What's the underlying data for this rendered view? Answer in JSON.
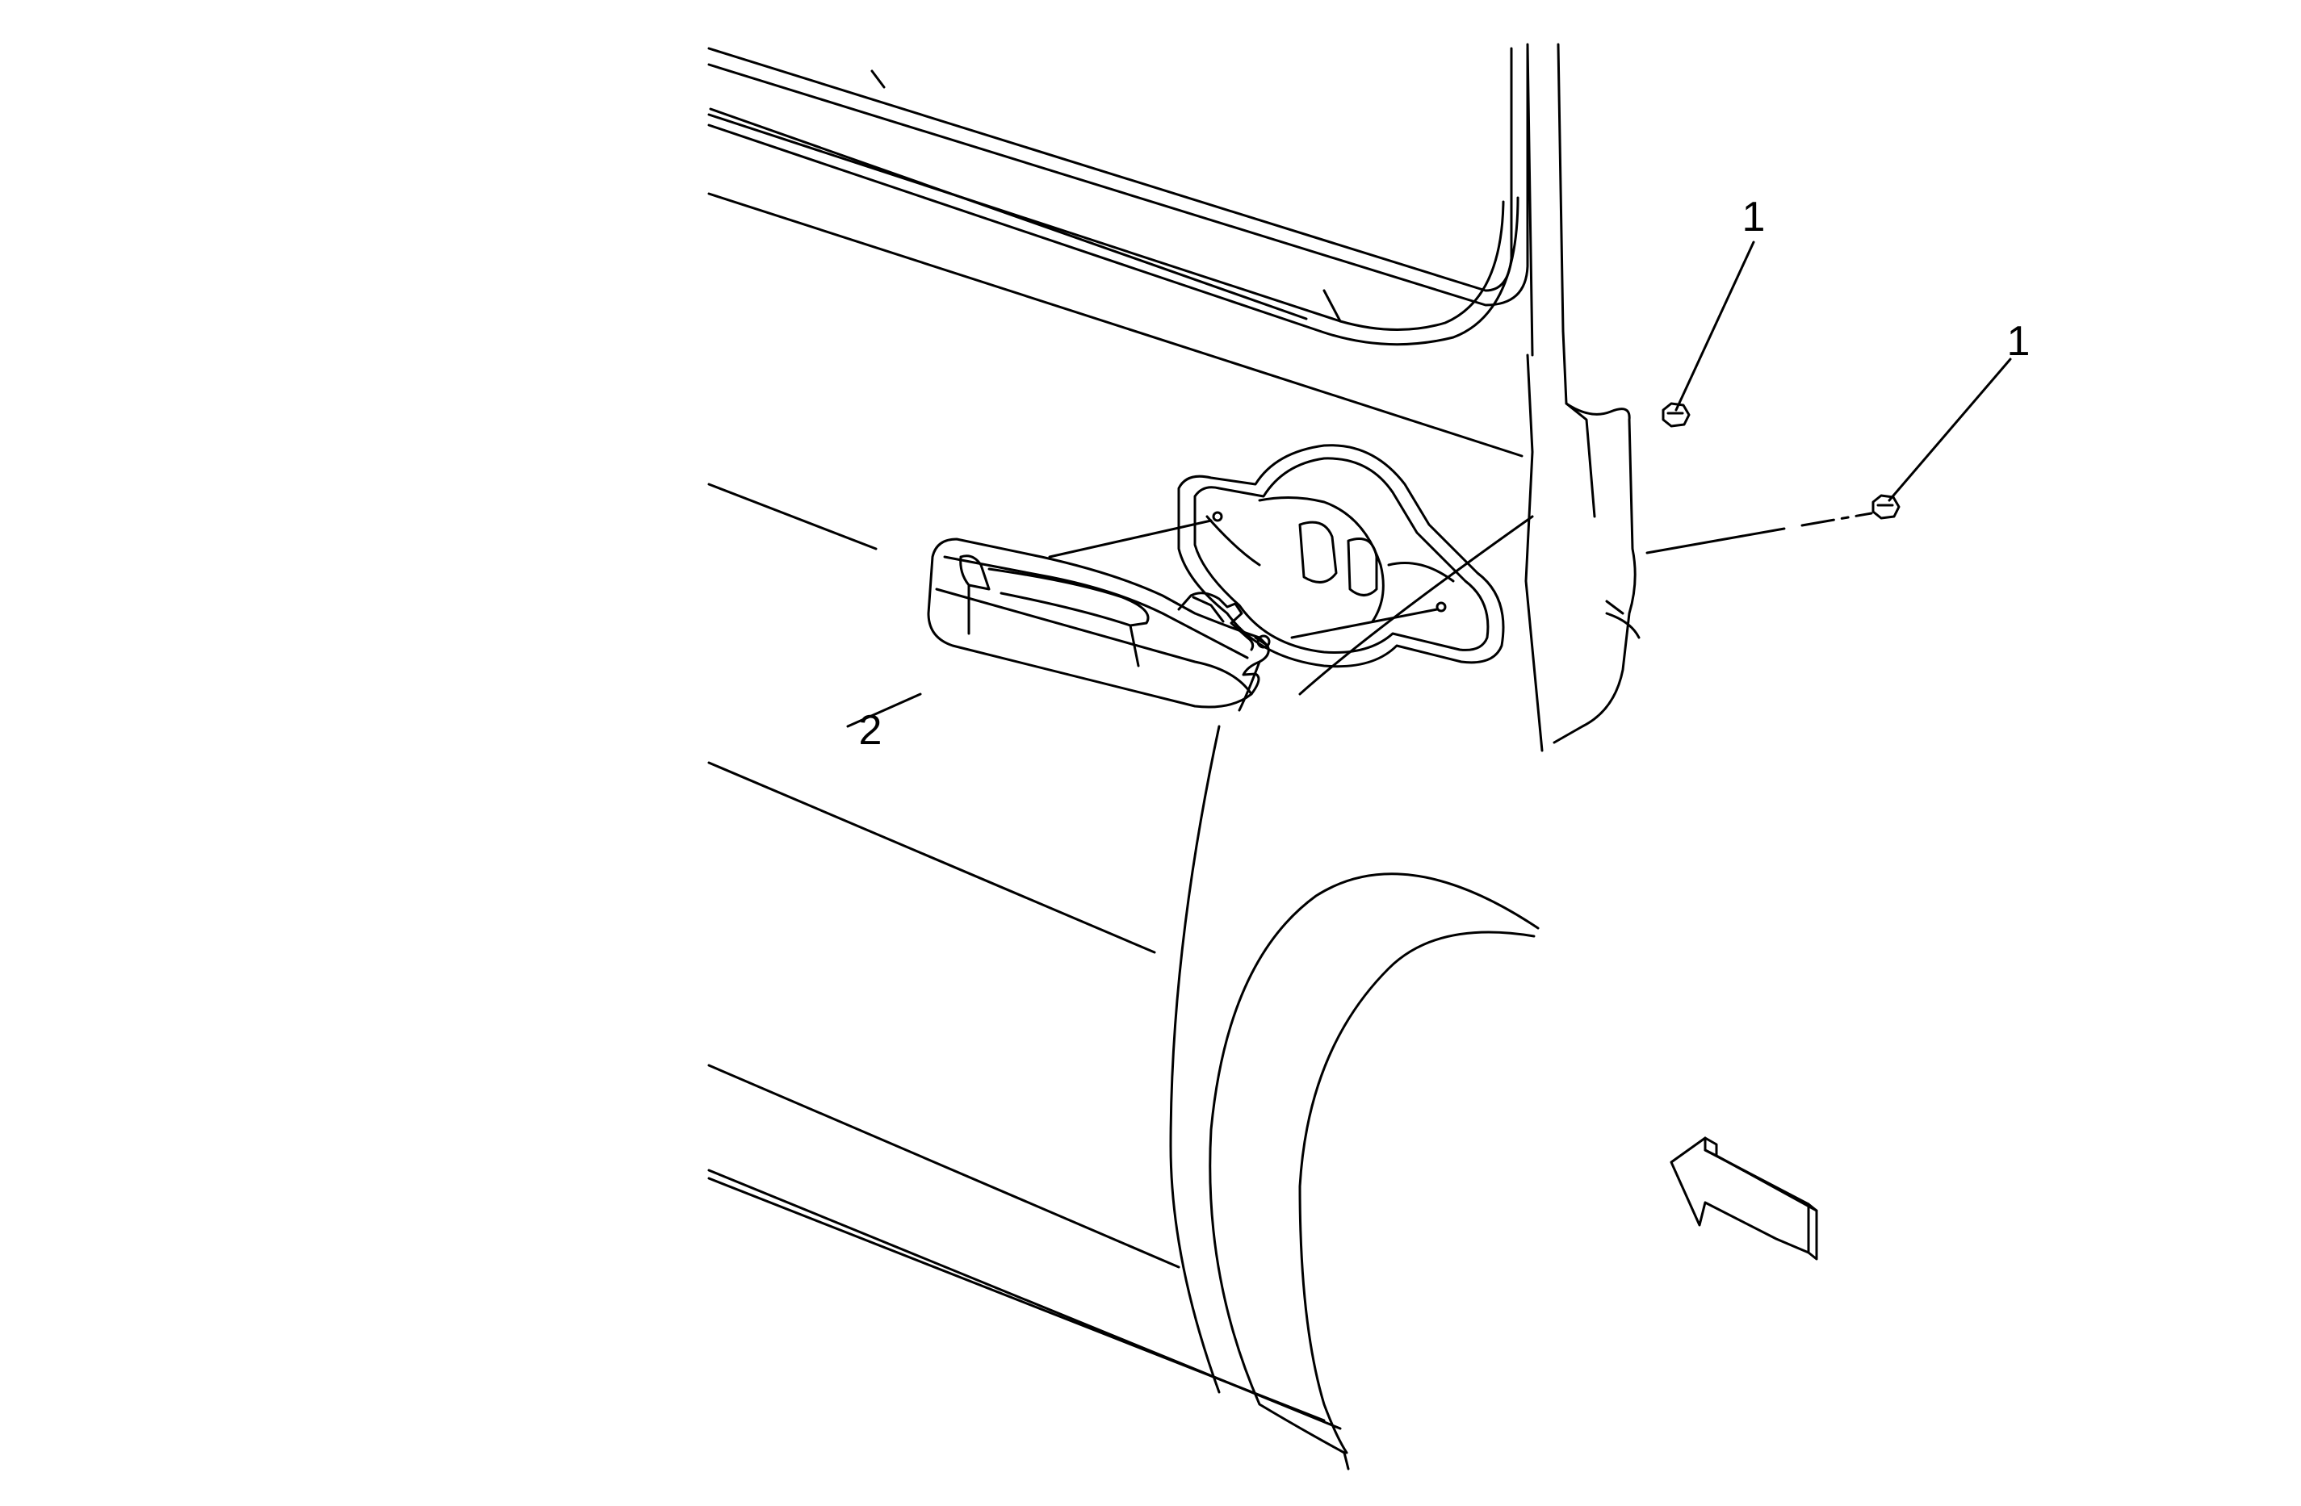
{
  "diagram": {
    "callouts": {
      "fastener_upper": "1",
      "fastener_lower": "1",
      "handle": "2"
    },
    "colors": {
      "line": "#000000",
      "background": "#ffffff"
    },
    "icons": [
      "view-direction-arrow-icon",
      "nut-icon"
    ]
  }
}
